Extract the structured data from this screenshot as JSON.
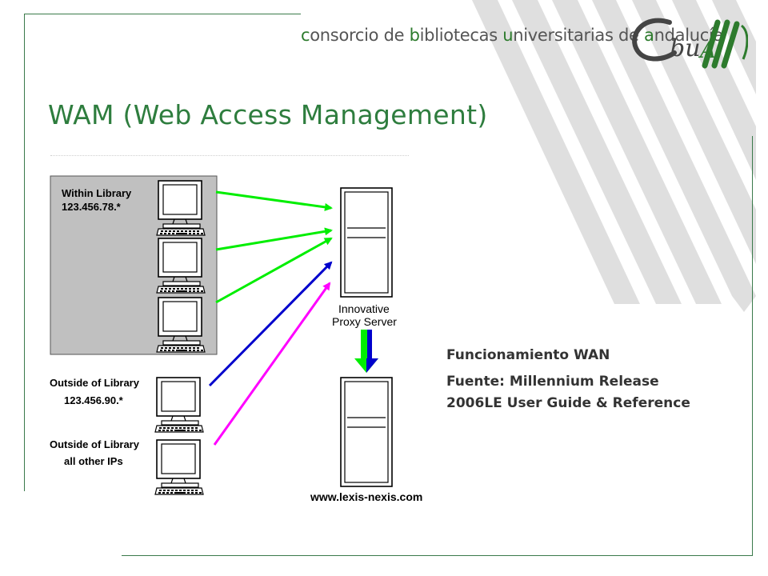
{
  "header": {
    "consortium_parts": [
      {
        "text": "c",
        "hl": true
      },
      {
        "text": "onsorcio de ",
        "hl": false
      },
      {
        "text": "b",
        "hl": true
      },
      {
        "text": "ibliotecas ",
        "hl": false
      },
      {
        "text": "u",
        "hl": true
      },
      {
        "text": "niversitarias de ",
        "hl": false
      },
      {
        "text": "a",
        "hl": true
      },
      {
        "text": "ndalucía",
        "hl": false
      }
    ],
    "logo_text": "CbuA",
    "colors": {
      "accent": "#2e7d3e",
      "frame": "#3a7a4a",
      "stripes": "#dcdcdc"
    }
  },
  "slide": {
    "title": "WAM (Web Access Management)"
  },
  "diagram": {
    "within_library": {
      "label": "Within Library",
      "ip": "123.456.78.*"
    },
    "outside_1": {
      "label": "Outside of Library",
      "ip": "123.456.90.*"
    },
    "outside_2": {
      "label": "Outside of Library",
      "ip": "all other IPs"
    },
    "proxy_server": {
      "line1": "Innovative",
      "line2": "Proxy Server"
    },
    "destination": "www.lexis-nexis.com",
    "arrow_colors": {
      "within": "#00ee00",
      "outside_1": "#0000cc",
      "outside_2": "#ff00ff"
    }
  },
  "caption": {
    "line1": "Funcionamiento WAN",
    "line2": "Fuente: Millennium Release",
    "line3": "2006LE User Guide & Reference"
  }
}
